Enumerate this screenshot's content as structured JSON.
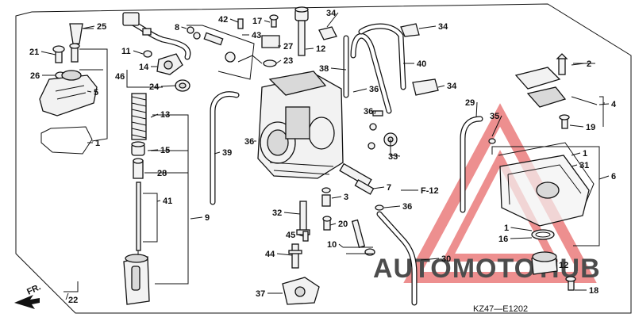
{
  "diagram": {
    "code": "KZ47—E1202",
    "front_marker": "FR.",
    "ref_label": "F-12",
    "watermark": {
      "part_a": "AUTOMOTO",
      "part_b": "HUB",
      "color_a": "#f2c48a",
      "color_b": "#c8c8c8",
      "triangle_color": "#e86a6a"
    },
    "callouts": [
      "25",
      "21",
      "26",
      "5",
      "1",
      "11",
      "14",
      "46",
      "24",
      "8",
      "42",
      "43",
      "17",
      "12",
      "27",
      "23",
      "34",
      "34",
      "38",
      "40",
      "2",
      "36",
      "34",
      "4",
      "19",
      "13",
      "15",
      "28",
      "41",
      "9",
      "39",
      "36",
      "36",
      "33",
      "29",
      "35",
      "1",
      "31",
      "6",
      "3",
      "7",
      "F-12",
      "36",
      "32",
      "20",
      "45",
      "10",
      "44",
      "37",
      "30",
      "22",
      "1",
      "16",
      "18",
      "12"
    ]
  }
}
